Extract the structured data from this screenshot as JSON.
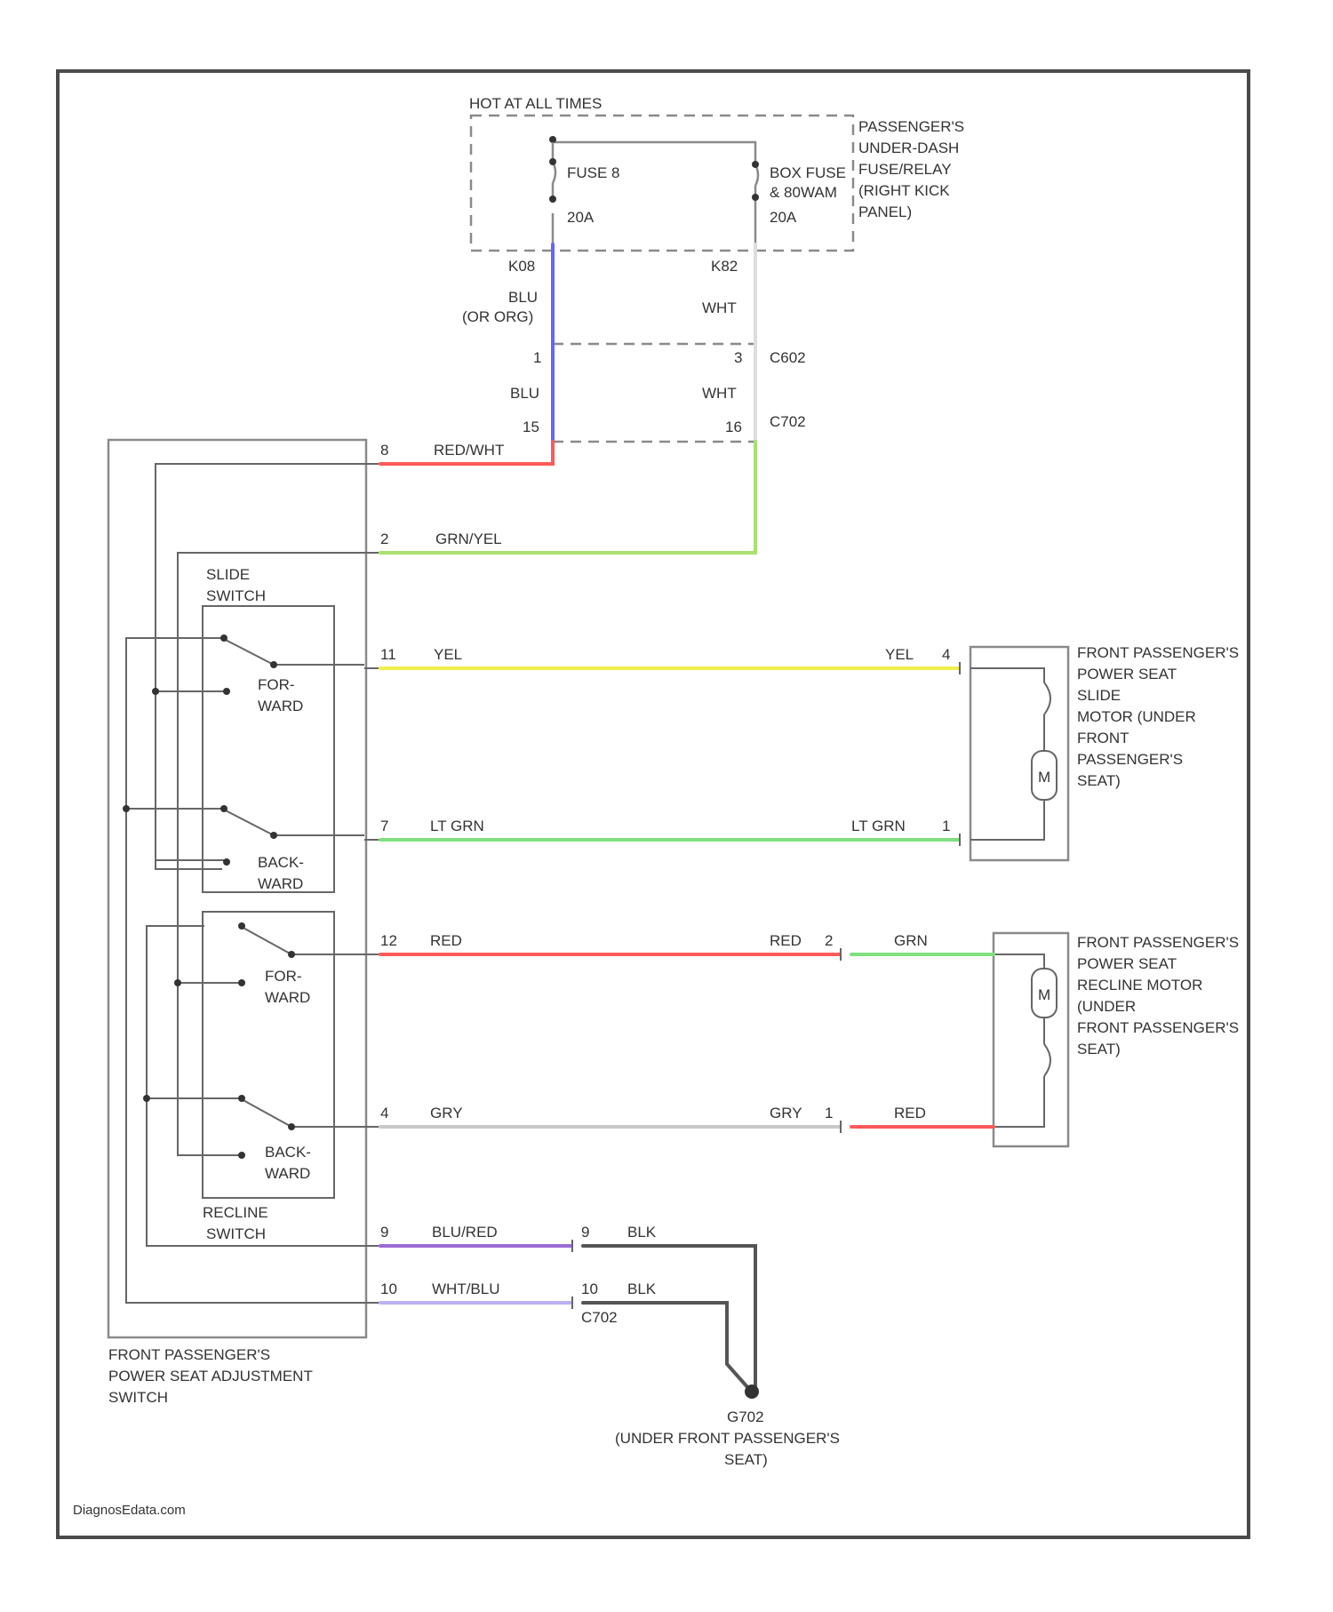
{
  "colors": {
    "blue": "#6666ff",
    "red": "#ff5a5a",
    "green_yellow": "#a9e070",
    "yellow": "#f2ee4a",
    "light_green": "#7ee07e",
    "gray": "#c8c8c8",
    "purple": "#9b6bd6",
    "lavender": "#b9b1f0",
    "black": "#555555"
  },
  "labels": {
    "hot_at_all_times": "HOT AT ALL TIMES",
    "fuse_box": [
      "PASSENGER'S",
      "UNDER-DASH",
      "FUSE/RELAY",
      "(RIGHT KICK",
      "PANEL)"
    ],
    "fuse_left_name": "FUSE 8",
    "fuse_left_amp": "20A",
    "fuse_right_name": [
      "BOX FUSE",
      "& 80WAM"
    ],
    "fuse_right_amp": "20A",
    "conn_k": "K08",
    "conn_k2": "K82",
    "wire_blu_top": [
      "BLU",
      "(OR ORG)"
    ],
    "wire_wht_top": "WHT",
    "pin_1": "1",
    "pin_3": "3",
    "c_conn_top": "C602",
    "wire_blu_mid": "BLU",
    "wire_wht_mid": "WHT",
    "pin_15": "15",
    "pin_16": "16",
    "c_conn_mid": "C702",
    "pin_8": "8",
    "wire_red_wht": "RED/WHT",
    "pin_2": "2",
    "wire_grn_yel": "GRN/YEL",
    "slide_switch": [
      "SLIDE",
      "SWITCH"
    ],
    "pin_11": "11",
    "wire_yel": "YEL",
    "wire_yel_right": "YEL",
    "pin_4r": "4",
    "forward": [
      "FOR-",
      "WARD"
    ],
    "backward": [
      "BACK-",
      "WARD"
    ],
    "pin_7": "7",
    "wire_lt_grn": "LT GRN",
    "wire_lt_grn_right": "LT GRN",
    "pin_1r": "1",
    "slide_motor": [
      "FRONT PASSENGER'S",
      "POWER SEAT",
      "SLIDE",
      "MOTOR (UNDER",
      "FRONT",
      "PASSENGER'S",
      "SEAT)"
    ],
    "pin_12": "12",
    "wire_red": "RED",
    "wire_red_right": "RED",
    "pin_2r": "2",
    "wire_grn": "GRN",
    "recline_motor": [
      "FRONT PASSENGER'S",
      "POWER SEAT",
      "RECLINE MOTOR",
      "(UNDER",
      "FRONT PASSENGER'S",
      "SEAT)"
    ],
    "pin_4": "4",
    "wire_gry": "GRY",
    "wire_gry_right": "GRY",
    "pin_1b": "1",
    "wire_red_b": "RED",
    "recline_switch": [
      "RECLINE",
      "SWITCH"
    ],
    "pin_9": "9",
    "wire_blu_red": "BLU/RED",
    "pin_9b": "9",
    "wire_blk": "BLK",
    "pin_10": "10",
    "wire_wht_blu": "WHT/BLU",
    "pin_10b": "10",
    "wire_blk_b": "BLK",
    "c_conn_bot": "C702",
    "adjust_switch": [
      "FRONT PASSENGER'S",
      "POWER SEAT ADJUSTMENT",
      "SWITCH"
    ],
    "ground": [
      "G702",
      "(UNDER FRONT PASSENGER'S",
      "SEAT)"
    ],
    "motor_symbol": "M",
    "watermark": "DiagnosEdata.com"
  }
}
